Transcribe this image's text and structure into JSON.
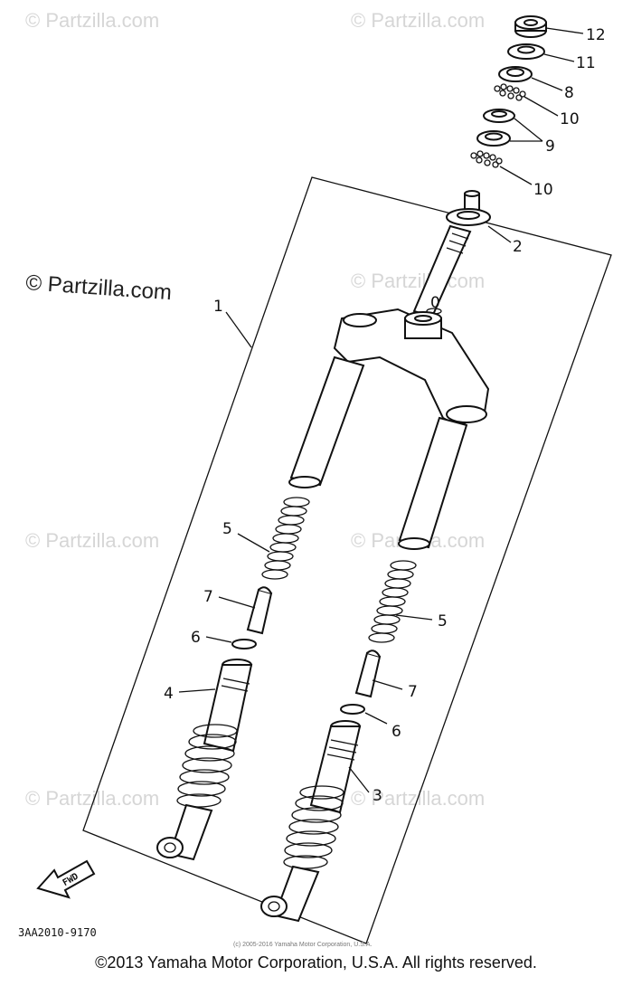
{
  "watermarks": {
    "text": "© Partzilla.com",
    "prominent": "© Partzilla.com"
  },
  "callouts": [
    {
      "id": "c12",
      "label": "12"
    },
    {
      "id": "c11",
      "label": "11"
    },
    {
      "id": "c8",
      "label": "8"
    },
    {
      "id": "c10a",
      "label": "10"
    },
    {
      "id": "c9",
      "label": "9"
    },
    {
      "id": "c10b",
      "label": "10"
    },
    {
      "id": "c2",
      "label": "2"
    },
    {
      "id": "c1",
      "label": "1"
    },
    {
      "id": "c5a",
      "label": "5"
    },
    {
      "id": "c7a",
      "label": "7"
    },
    {
      "id": "c6a",
      "label": "6"
    },
    {
      "id": "c4",
      "label": "4"
    },
    {
      "id": "c5b",
      "label": "5"
    },
    {
      "id": "c7b",
      "label": "7"
    },
    {
      "id": "c6b",
      "label": "6"
    },
    {
      "id": "c3",
      "label": "3"
    },
    {
      "id": "c0",
      "label": "0"
    }
  ],
  "fwd_label": "FWD",
  "diagram_code": "3AA2010-9170",
  "small_copyright": "(c) 2005-2016 Yamaha Motor Corporation, U.S.A.",
  "footer": "©2013 Yamaha Motor Corporation, U.S.A. All rights reserved."
}
